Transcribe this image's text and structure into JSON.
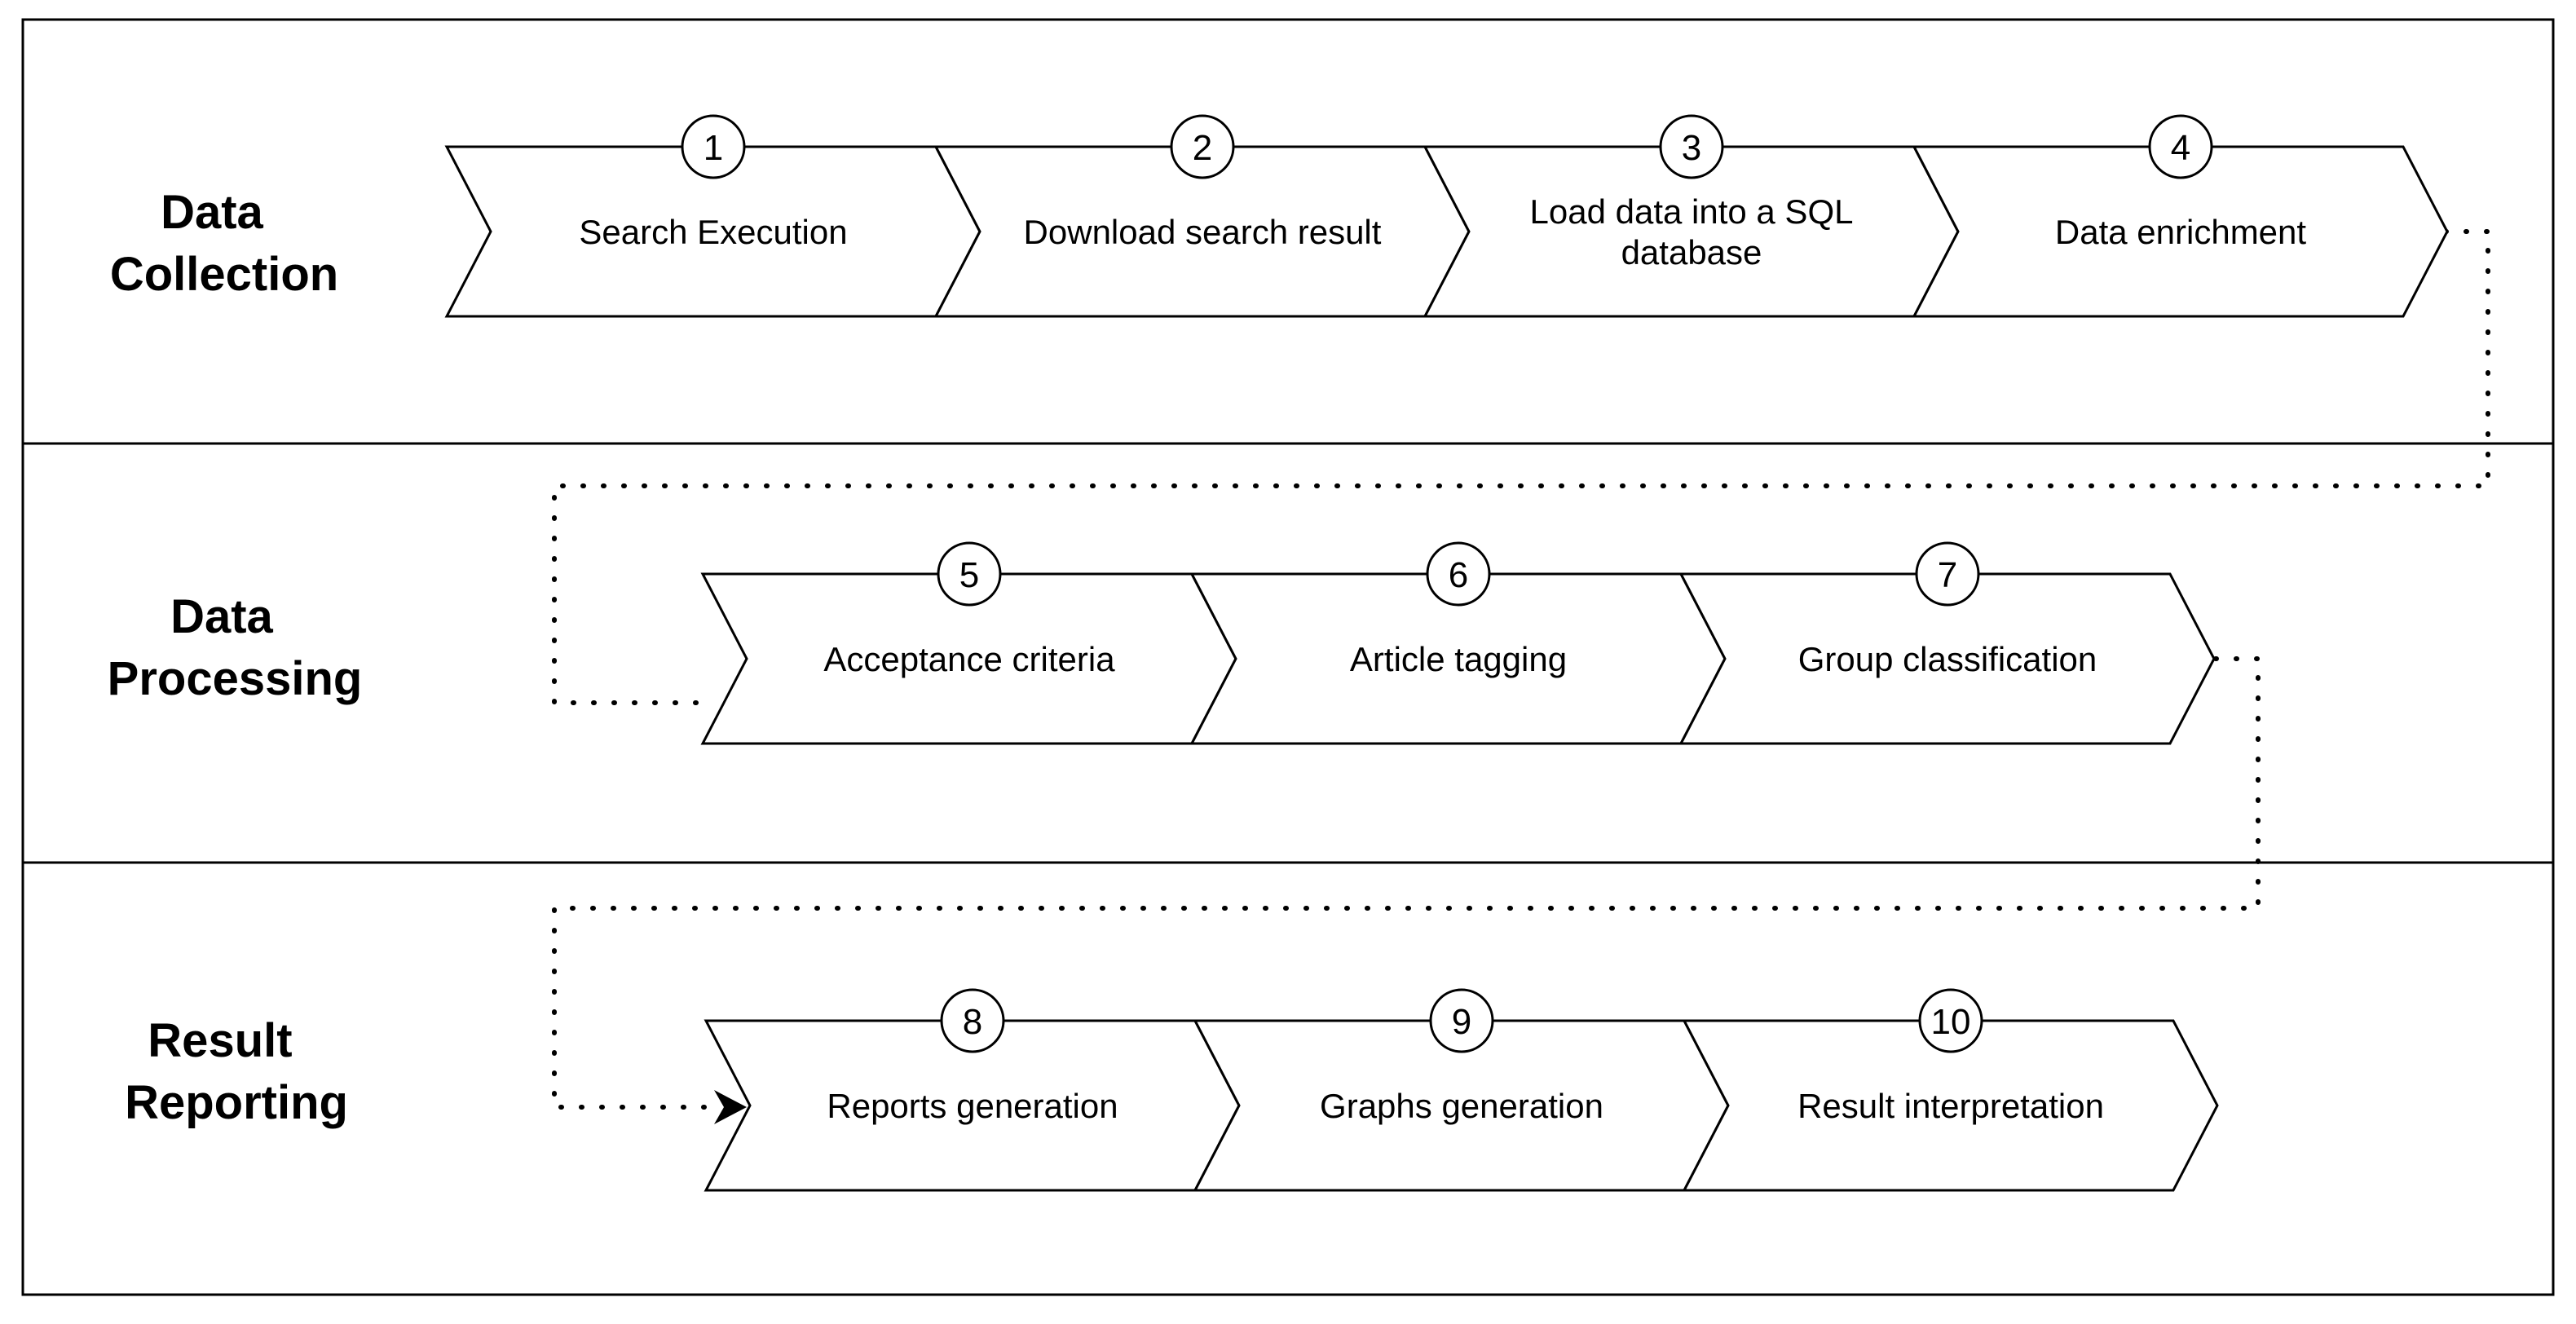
{
  "lanes": [
    {
      "title_lines": [
        "Data",
        "Collection"
      ]
    },
    {
      "title_lines": [
        "Data",
        "Processing"
      ]
    },
    {
      "title_lines": [
        "Result",
        "Reporting"
      ]
    }
  ],
  "steps": [
    {
      "number": "1",
      "label_lines": [
        "Search Execution"
      ]
    },
    {
      "number": "2",
      "label_lines": [
        "Download search result"
      ]
    },
    {
      "number": "3",
      "label_lines": [
        "Load data into a SQL",
        "database"
      ]
    },
    {
      "number": "4",
      "label_lines": [
        "Data enrichment"
      ]
    },
    {
      "number": "5",
      "label_lines": [
        "Acceptance criteria"
      ]
    },
    {
      "number": "6",
      "label_lines": [
        "Article tagging"
      ]
    },
    {
      "number": "7",
      "label_lines": [
        "Group classification"
      ]
    },
    {
      "number": "8",
      "label_lines": [
        "Reports generation"
      ]
    },
    {
      "number": "9",
      "label_lines": [
        "Graphs generation"
      ]
    },
    {
      "number": "10",
      "label_lines": [
        "Result interpretation"
      ]
    }
  ],
  "colors": {
    "line": "#000000",
    "background": "#ffffff"
  }
}
